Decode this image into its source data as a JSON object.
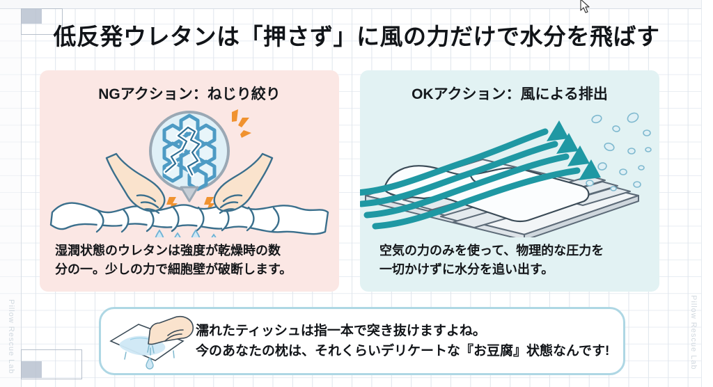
{
  "document": {
    "title": "低反発ウレタンは「押さず」に風の力だけで水分を飛ばす"
  },
  "watermark": {
    "text": "Pillow Rescue Lab"
  },
  "panels": [
    {
      "id": "ng",
      "heading": "NGアクション：ねじり絞り",
      "caption_line1": "湿潤状態のウレタンは強度が乾燥時の数",
      "caption_line2": "分の一。少しの力で細胞壁が破断します。",
      "background": "#FBE7E4",
      "art_name": "hands-wringing-towel-with-cell-magnifier"
    },
    {
      "id": "ok",
      "heading": "OKアクション：風による排出",
      "caption_line1": "空気の力のみを使って、物理的な圧力を",
      "caption_line2": "一切かけずに水分を追い出す。",
      "background": "#E2F2F3",
      "art_name": "pillow-on-drying-rack-with-airflow"
    }
  ],
  "callout": {
    "line1": "濡れたティッシュは指一本で突き抜けますよね。",
    "line2": "今のあなたの枕は、それくらいデリケートな『お豆腐』状態なんです!",
    "border_color": "#AED7E4",
    "art_name": "finger-poking-wet-tissue"
  },
  "theme": {
    "title_color": "#111418",
    "accent_teal": "#1F98A3",
    "accent_orange": "#F0922F",
    "cell_blue": "#4E9BC4",
    "grid_line": "#DFE5EC"
  }
}
